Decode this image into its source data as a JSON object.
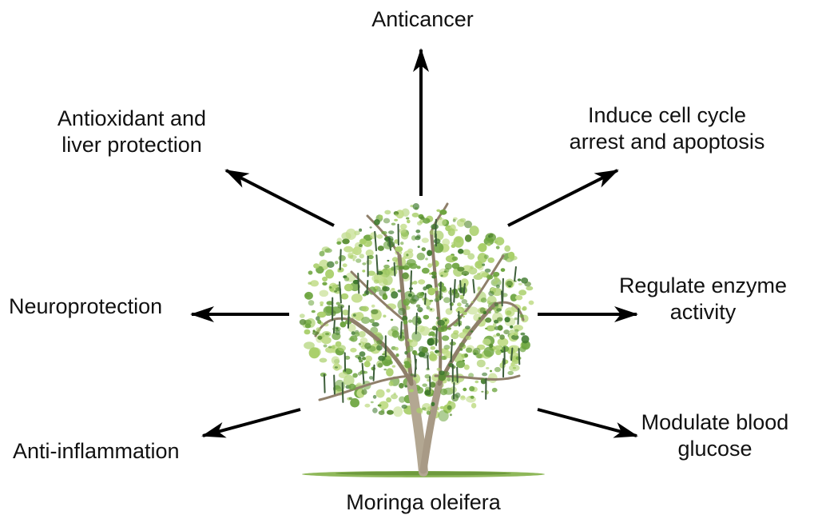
{
  "diagram": {
    "center_label": "Moringa oleifera",
    "effects": [
      {
        "id": "anticancer",
        "lines": [
          "Anticancer"
        ]
      },
      {
        "id": "antioxidant",
        "lines": [
          "Antioxidant and",
          "liver protection"
        ]
      },
      {
        "id": "cell-cycle",
        "lines": [
          "Induce cell cycle",
          "arrest and apoptosis"
        ]
      },
      {
        "id": "neuroprotection",
        "lines": [
          "Neuroprotection"
        ]
      },
      {
        "id": "enzyme",
        "lines": [
          "Regulate enzyme",
          "activity"
        ]
      },
      {
        "id": "anti-inflammation",
        "lines": [
          "Anti-inflammation"
        ]
      },
      {
        "id": "glucose",
        "lines": [
          "Modulate blood",
          "glucose"
        ]
      }
    ],
    "colors": {
      "arrow": "#000000",
      "foliage_dark": "#3f7a2e",
      "foliage_mid": "#6da53f",
      "foliage_light": "#a9cf6a",
      "trunk": "#a89a86",
      "ground": "#8fb85a"
    }
  }
}
